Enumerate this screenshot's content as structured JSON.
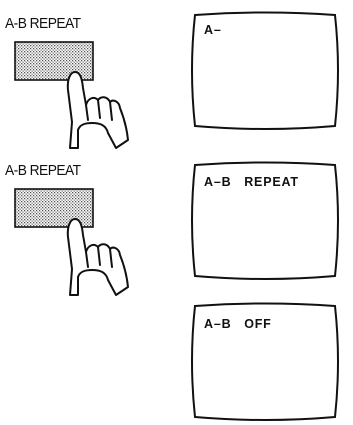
{
  "steps": [
    {
      "button_label": "A-B REPEAT",
      "display_text": "A–"
    },
    {
      "button_label": "A-B REPEAT",
      "display_text": "A–B   REPEAT"
    },
    {
      "display_text": "A–B   OFF"
    }
  ],
  "icons": {
    "hand": "pointing-hand-icon",
    "button": "button-icon"
  }
}
